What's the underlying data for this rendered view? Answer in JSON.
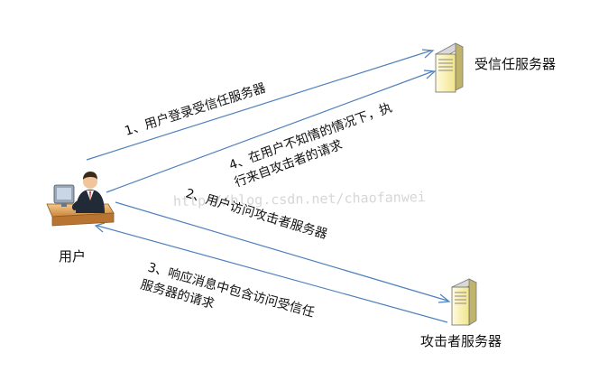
{
  "nodes": {
    "user": {
      "label": "用户"
    },
    "trusted_server": {
      "label": "受信任服务器"
    },
    "attacker_server": {
      "label": "攻击者服务器"
    }
  },
  "edges": {
    "step1": {
      "label": "1、用户登录受信任服务器"
    },
    "step2": {
      "label": "2、用户访问攻击者服务器"
    },
    "step3": {
      "line1": "3、响应消息中包含访问受信任",
      "line2": "服务器的请求"
    },
    "step4": {
      "line1": "4、在用户不知情的情况下，执",
      "line2": "行来自攻击者的请求"
    }
  },
  "watermark": "http://blog.csdn.net/chaofanwei",
  "colors": {
    "arrow": "#4f81bd",
    "server_body": "#fff6b8",
    "server_outline": "#6b6b6b"
  }
}
